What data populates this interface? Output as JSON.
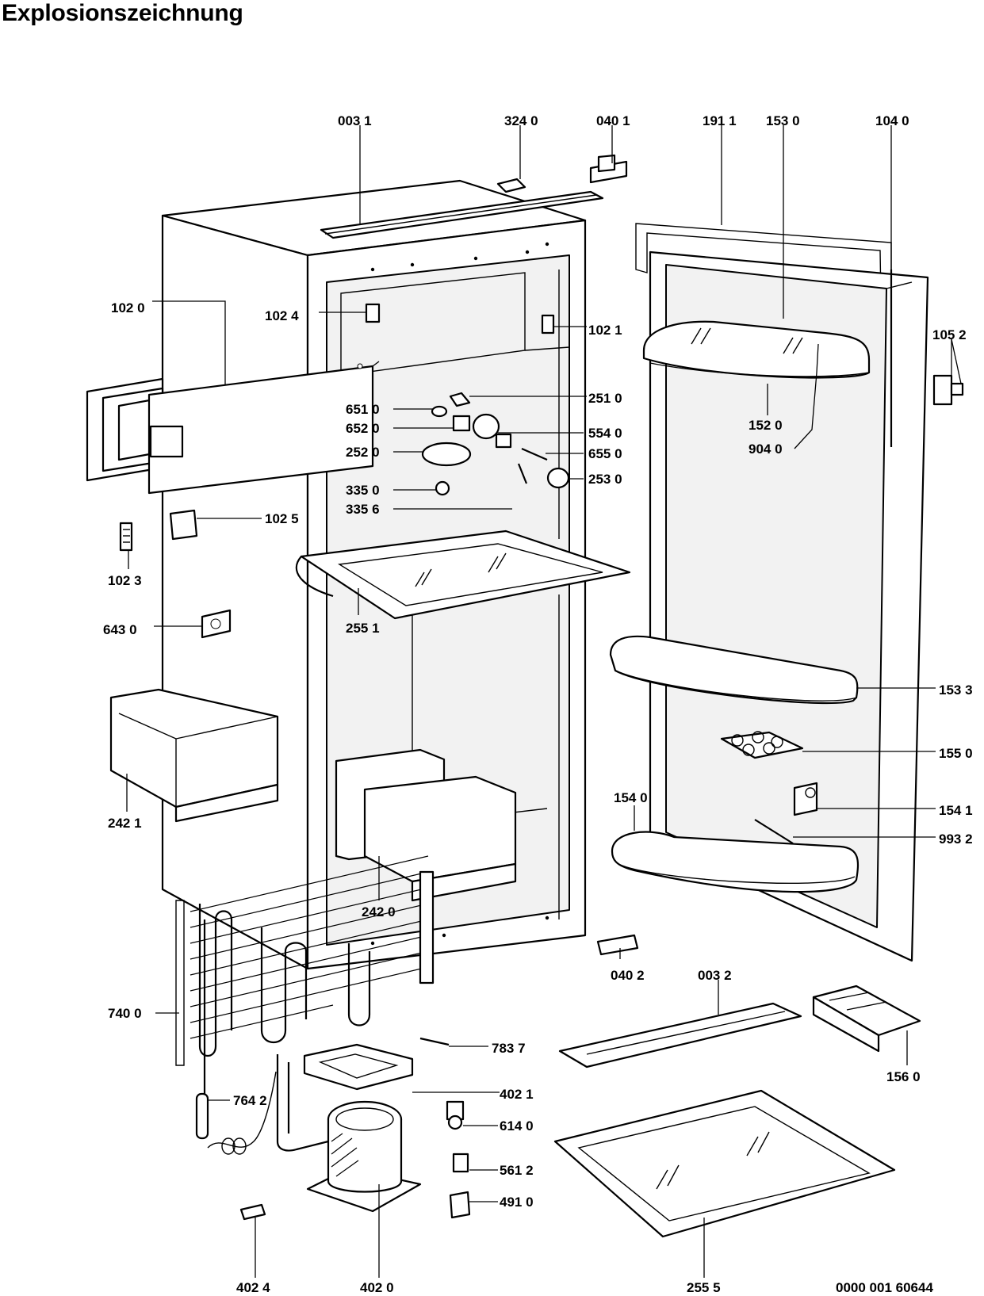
{
  "title": "Explosionszeichnung",
  "doc_number": "0000 001 60644",
  "part_labels": {
    "p0031": "003 1",
    "p3240": "324 0",
    "p0401": "040 1",
    "p1911": "191 1",
    "p1530": "153 0",
    "p1040": "104 0",
    "p1020": "102 0",
    "p1024": "102 4",
    "p1021": "102 1",
    "p1052": "105 2",
    "p2510": "251 0",
    "p6510": "651 0",
    "p6520": "652 0",
    "p5540": "554 0",
    "p1520": "152 0",
    "p2520": "252 0",
    "p6550": "655 0",
    "p9040": "904 0",
    "p3350": "335 0",
    "p2530": "253 0",
    "p3356": "335 6",
    "p1025": "102 5",
    "p1023": "102 3",
    "p2551": "255 1",
    "p6430": "643 0",
    "p1533": "153 3",
    "p1550": "155 0",
    "p2421": "242 1",
    "p1540": "154 0",
    "p1541": "154 1",
    "p9932": "993 2",
    "p2420": "242 0",
    "p0402": "040 2",
    "p0032": "003 2",
    "p7400": "740 0",
    "p7837": "783 7",
    "p1560": "156 0",
    "p4021": "402 1",
    "p7642": "764 2",
    "p6140": "614 0",
    "p5612": "561 2",
    "p4910": "491 0",
    "p4024": "402 4",
    "p4020": "402 0",
    "p2555": "255 5"
  }
}
